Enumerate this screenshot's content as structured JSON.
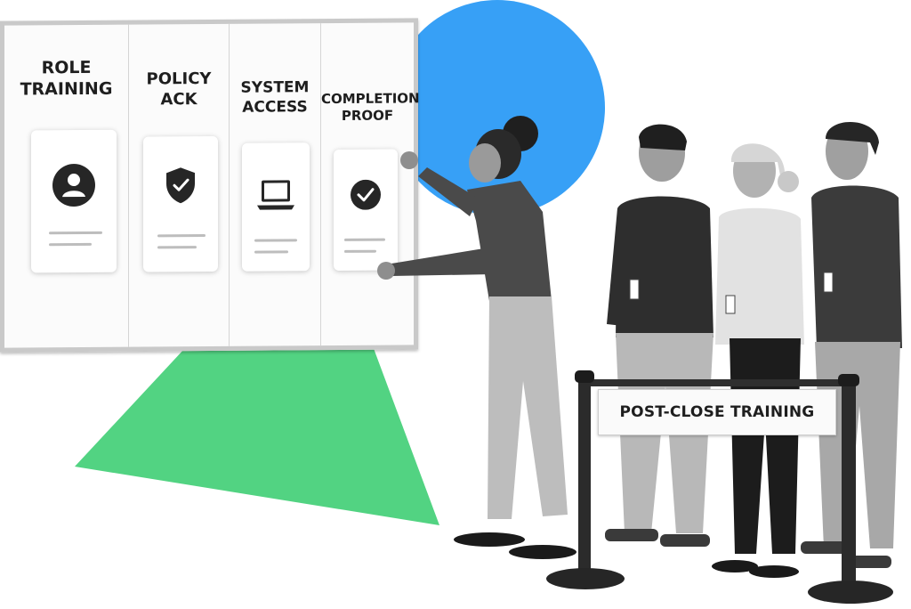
{
  "board": {
    "columns": [
      {
        "title_line1": "ROLE",
        "title_line2": "TRAINING",
        "icon": "user-icon"
      },
      {
        "title_line1": "POLICY",
        "title_line2": "ACK",
        "icon": "shield-check-icon"
      },
      {
        "title_line1": "SYSTEM",
        "title_line2": "ACCESS",
        "icon": "laptop-icon"
      },
      {
        "title_line1": "COMPLETION",
        "title_line2": "PROOF",
        "icon": "check-circle-icon"
      }
    ]
  },
  "sign": {
    "label": "POST-CLOSE TRAINING"
  },
  "colors": {
    "accent_blue": "#37a0f6",
    "accent_green": "#52d382"
  }
}
